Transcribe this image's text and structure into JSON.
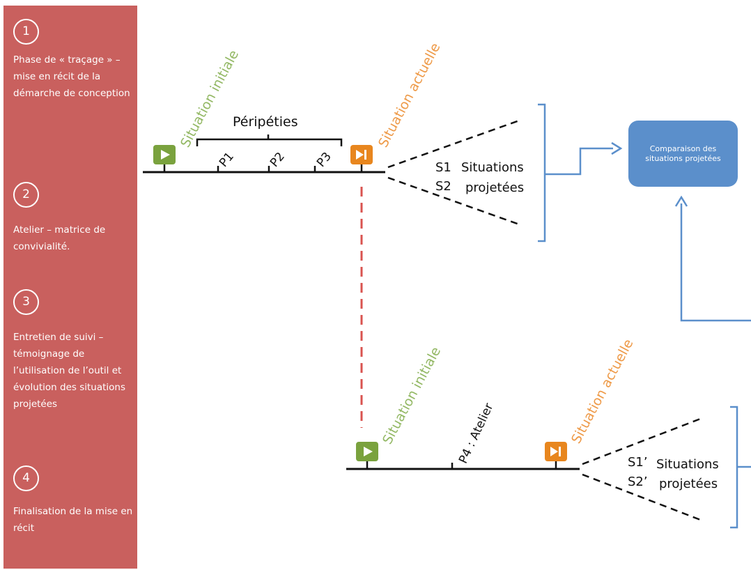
{
  "sidebar": {
    "steps": [
      {
        "number": "1",
        "text": "Phase de « traçage » – mise en récit de la démarche de conception"
      },
      {
        "number": "2",
        "text": "Atelier – matrice de convivialité."
      },
      {
        "number": "3",
        "text": "Entretien de suivi – témoignage de l’utilisation de l’outil et évolution des situations projetées"
      },
      {
        "number": "4",
        "text": "Finalisation de la mise en récit"
      }
    ]
  },
  "timeline1": {
    "start_label": "Situation initiale",
    "end_label": "Situation actuelle",
    "brace_label": "Péripéties",
    "points": [
      "P1",
      "P2",
      "P3"
    ],
    "s1": "S1",
    "s2": "S2",
    "projected_line1": "Situations",
    "projected_line2": "projetées"
  },
  "timeline2": {
    "start_label": "Situation initiale",
    "end_label": "Situation actuelle",
    "point": "P4 : Atelier",
    "s1": "S1’",
    "s2": "S2’",
    "projected_line1": "Situations",
    "projected_line2": "projetées"
  },
  "comparison_box": "Comparaison des situations projetées",
  "colors": {
    "sidebar": "#c9605e",
    "start_green": "#7aa23e",
    "end_orange": "#e8861e",
    "blue": "#5b8fcb",
    "red_dashed": "#d9534f"
  },
  "icons": [
    "play-icon",
    "skip-end-icon"
  ]
}
